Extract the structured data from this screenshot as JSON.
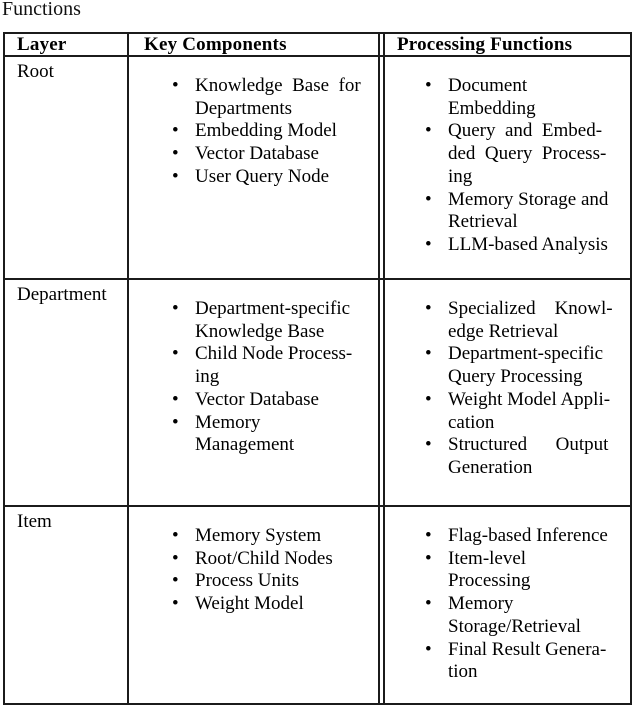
{
  "caption_fragment": "Functions",
  "table": {
    "headers": [
      "Layer",
      "Key Components",
      "Processing Functions"
    ],
    "rows": [
      {
        "layer": "Root",
        "key_components": [
          [
            "Knowledge  Base  for",
            "Departments"
          ],
          [
            "Embedding Model"
          ],
          [
            "Vector Database"
          ],
          [
            "User Query Node"
          ]
        ],
        "processing_functions": [
          [
            "Document",
            "Embedding"
          ],
          [
            "Query  and  Embed-",
            "ded  Query  Process-",
            "ing"
          ],
          [
            "Memory Storage and",
            "Retrieval"
          ],
          [
            "LLM-based Analysis"
          ]
        ]
      },
      {
        "layer": "Department",
        "key_components": [
          [
            "Department-specific",
            "Knowledge Base"
          ],
          [
            "Child Node Process-",
            "ing"
          ],
          [
            "Vector Database"
          ],
          [
            "Memory",
            "Management"
          ]
        ],
        "processing_functions": [
          [
            "Specialized    Knowl-",
            "edge Retrieval"
          ],
          [
            "Department-specific",
            "Query Processing"
          ],
          [
            "Weight Model Appli-",
            "cation"
          ],
          [
            "Structured      Output",
            "Generation"
          ]
        ]
      },
      {
        "layer": "Item",
        "key_components": [
          [
            "Memory System"
          ],
          [
            "Root/Child Nodes"
          ],
          [
            "Process Units"
          ],
          [
            "Weight Model"
          ]
        ],
        "processing_functions": [
          [
            "Flag-based Inference"
          ],
          [
            "Item-level",
            "Processing"
          ],
          [
            "Memory",
            "Storage/Retrieval"
          ],
          [
            "Final Result Genera-",
            "tion"
          ]
        ]
      }
    ]
  }
}
